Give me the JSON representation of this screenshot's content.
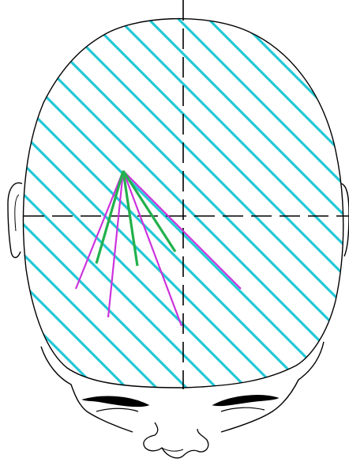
{
  "colors": {
    "outline": "#000000",
    "hatch": "#22c9d6",
    "green_lines": "#22b14c",
    "magenta_lines": "#cc33dd",
    "background": "#ffffff"
  },
  "elements": {
    "head_outline": "head-outline",
    "hatch_pattern": "diagonal-hatching",
    "crosshair": "dashed-crosshair",
    "origin_point": "radiating-origin",
    "face_features": "eyes-nose-outline"
  },
  "line_groups": [
    {
      "name": "green",
      "count": 3
    },
    {
      "name": "magenta",
      "count": 4
    }
  ]
}
